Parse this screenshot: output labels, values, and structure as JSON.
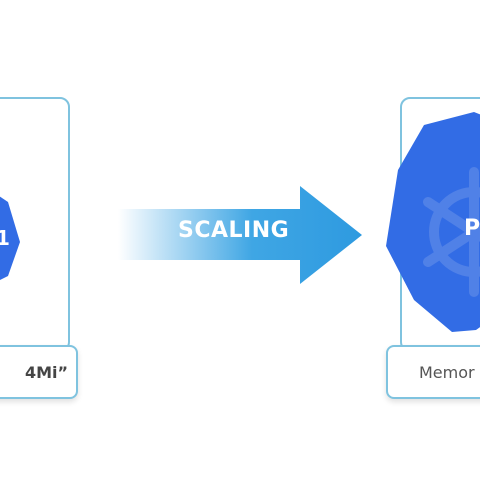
{
  "left_card": {
    "pod_text": "1",
    "memory_label": "4Mi”"
  },
  "arrow": {
    "label": "SCALING",
    "color": "#2e9ae0"
  },
  "right_card": {
    "pod_text": "P",
    "memory_label": "Memor"
  },
  "colors": {
    "pod_fill": "#326ce5",
    "card_border": "#7fc3df"
  },
  "icons": {
    "pod_watermark": "helm-wheel-icon"
  }
}
